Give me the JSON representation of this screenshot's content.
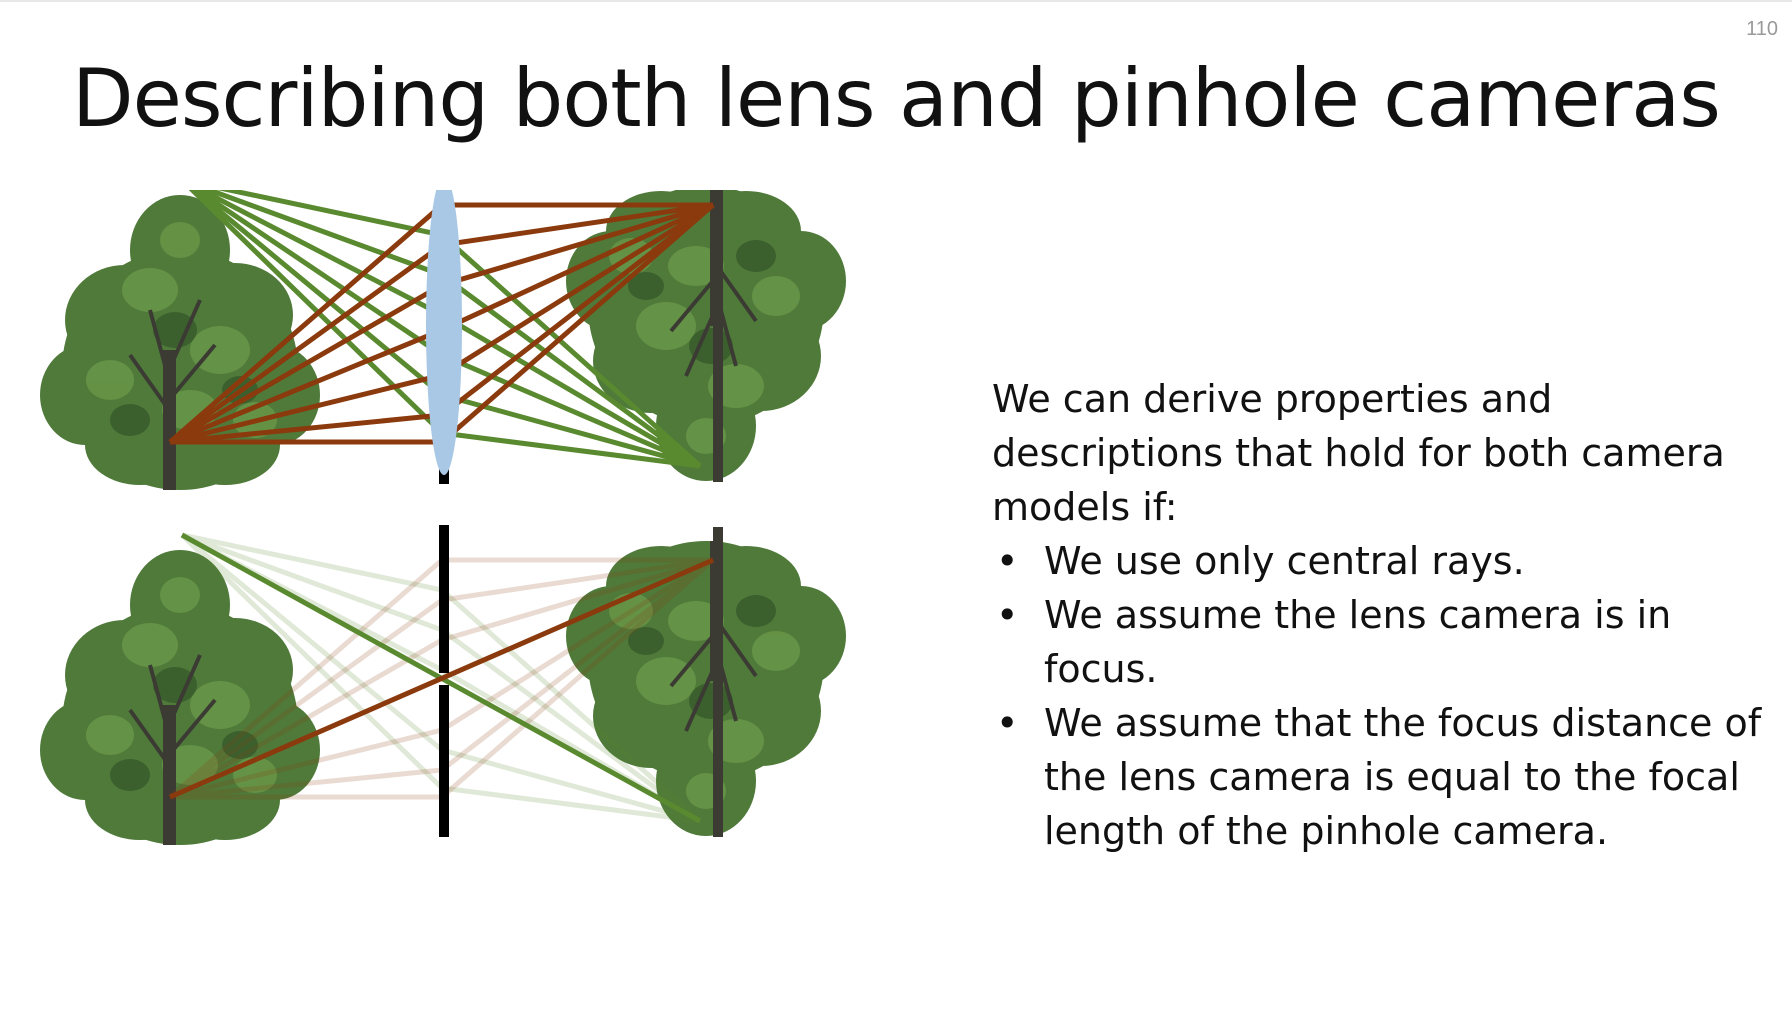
{
  "slide": {
    "number": "110",
    "title": "Describing both lens and pinhole cameras"
  },
  "body": {
    "intro": "We can derive properties and descriptions that hold for both camera models if:",
    "bullets": [
      "We use only central rays.",
      "We assume the lens camera is in focus.",
      "We assume that the focus distance of the lens camera is equal to the focal length of the pinhole camera."
    ]
  },
  "colors": {
    "green_ray": "#5a8a2f",
    "brown_ray": "#8b3a0e",
    "lens": "#a9c8e6",
    "barrier": "#000000",
    "foliage": "#4f7a3a",
    "trunk": "#3b3b34"
  },
  "diagrams": [
    {
      "name": "lens-camera",
      "optic": "lens"
    },
    {
      "name": "pinhole-camera",
      "optic": "pinhole"
    }
  ]
}
